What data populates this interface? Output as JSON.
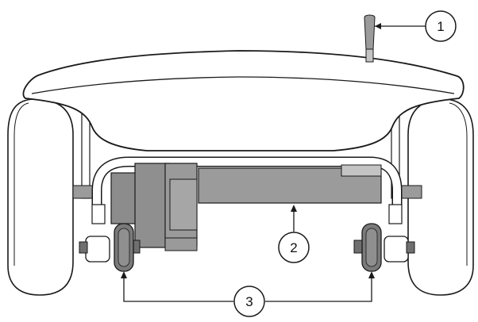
{
  "callouts": [
    {
      "id": "1",
      "label": "1",
      "target": "release-lever"
    },
    {
      "id": "2",
      "label": "2",
      "target": "motor-drive-unit"
    },
    {
      "id": "3",
      "label": "3",
      "target": "anti-tip-wheels"
    }
  ],
  "colors": {
    "line": "#1a1a1a",
    "body_fill": "#ffffff",
    "part_gray": "#9b9b9b",
    "part_dark": "#6f6f6f",
    "part_light": "#c4c4c4"
  }
}
